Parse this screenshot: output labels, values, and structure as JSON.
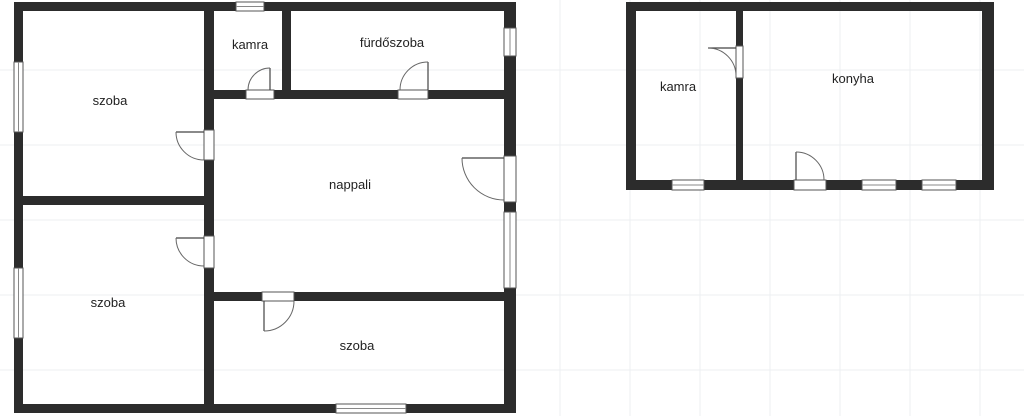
{
  "rooms": {
    "kamra_left": "kamra",
    "furdoszoba": "fürdőszoba",
    "szoba_top_left": "szoba",
    "nappali": "nappali",
    "szoba_bottom_left": "szoba",
    "szoba_bottom_mid": "szoba",
    "kamra_right": "kamra",
    "konyha": "konyha"
  },
  "colors": {
    "wall": "#2c2c2c",
    "grid": "#eceff2",
    "background": "#ffffff"
  }
}
